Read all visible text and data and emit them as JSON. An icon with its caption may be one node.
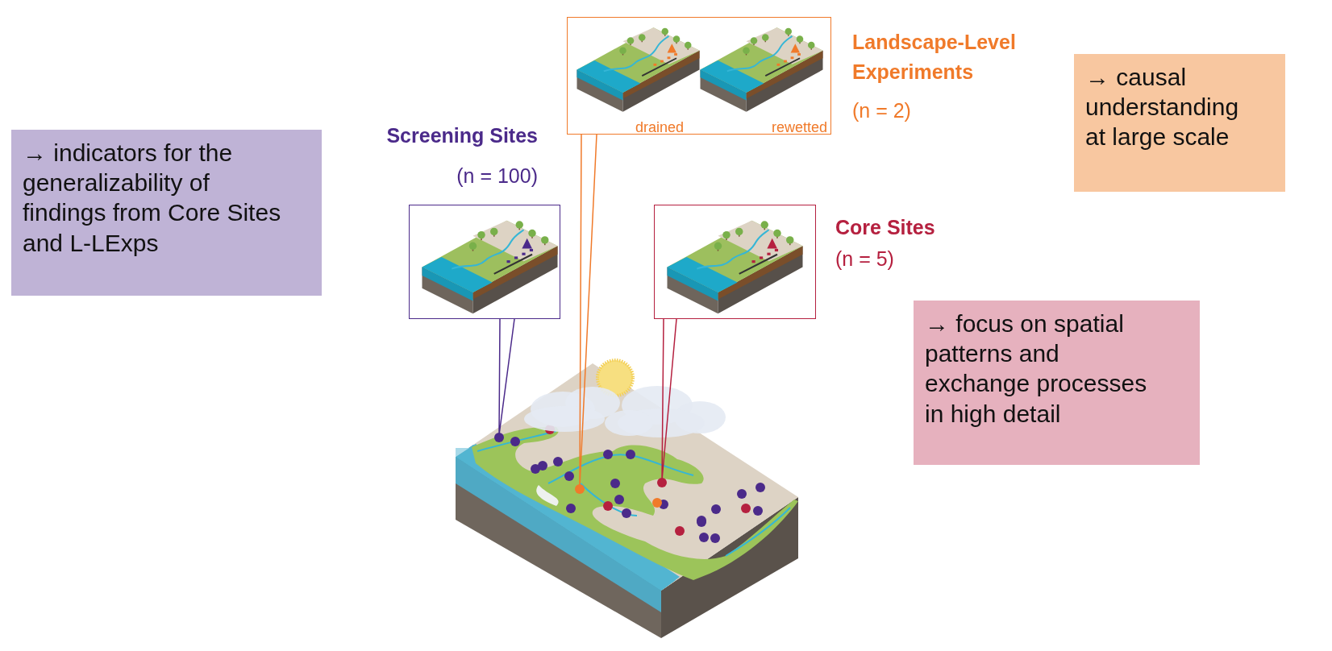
{
  "diagram": {
    "nodes": [
      {
        "text": [
          "→ indicators for the generalizability of findings from Core Sites and L-LExps"
        ]
      },
      {
        "text": [],
        "shape": "picture",
        "beside": [
          "Screening Sites",
          "(n = 100)"
        ]
      },
      {
        "text": [
          "drained",
          "rewetted"
        ],
        "beside": [
          "Landscape-Level Experiments",
          "(n = 2)"
        ]
      },
      {
        "text": [
          "→ causal understanding at large scale"
        ]
      },
      {
        "text": [],
        "shape": "picture",
        "beside": [
          "Core Sites",
          "(n = 5)"
        ]
      },
      {
        "text": [
          "→ focus on spatial patterns and exchange processes in high detail"
        ]
      },
      {
        "text": [],
        "shape": "circle"
      },
      {
        "text": [],
        "shape": "circle"
      },
      {
        "text": [],
        "shape": "circle"
      }
    ],
    "edges": [
      {
        "from": 1,
        "to": 6,
        "arrow": "none",
        "color": "#4b2a8a"
      },
      {
        "from": 2,
        "to": 7,
        "arrow": "none",
        "color": "#f07a2a"
      },
      {
        "from": 4,
        "to": 8,
        "arrow": "none",
        "color": "#b5203f"
      }
    ]
  }
}
